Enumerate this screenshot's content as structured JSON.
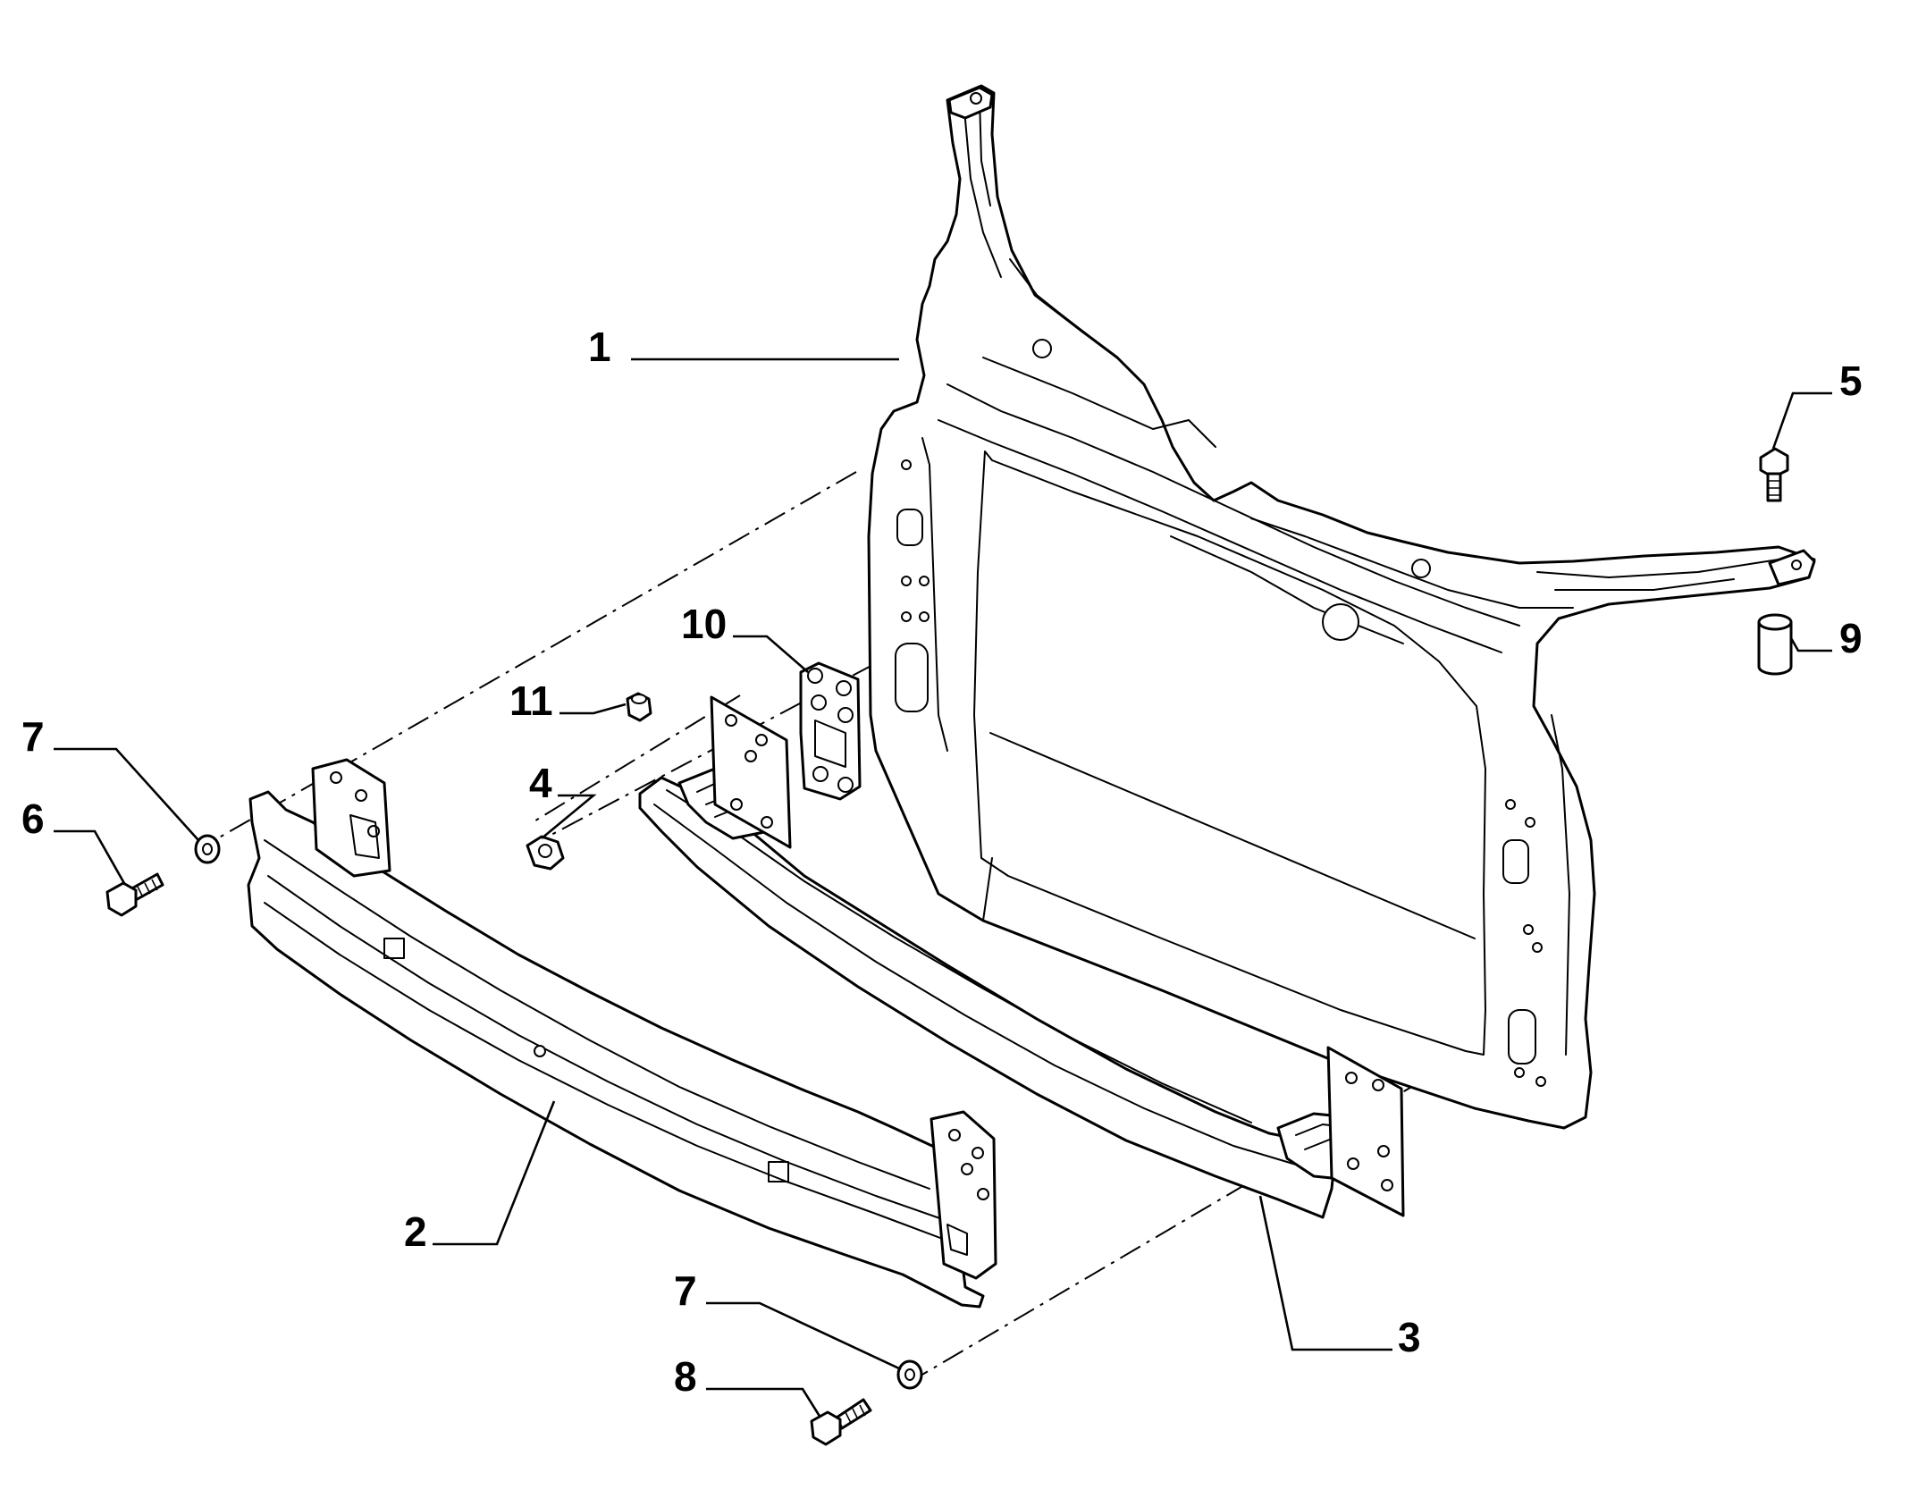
{
  "diagram": {
    "type": "exploded-parts-diagram",
    "callouts": [
      {
        "id": "c1",
        "label": "1"
      },
      {
        "id": "c2",
        "label": "2"
      },
      {
        "id": "c3",
        "label": "3"
      },
      {
        "id": "c4",
        "label": "4"
      },
      {
        "id": "c5",
        "label": "5"
      },
      {
        "id": "c6",
        "label": "6"
      },
      {
        "id": "c7a",
        "label": "7"
      },
      {
        "id": "c7b",
        "label": "7"
      },
      {
        "id": "c8",
        "label": "8"
      },
      {
        "id": "c9",
        "label": "9"
      },
      {
        "id": "c10",
        "label": "10"
      },
      {
        "id": "c11",
        "label": "11"
      }
    ]
  }
}
